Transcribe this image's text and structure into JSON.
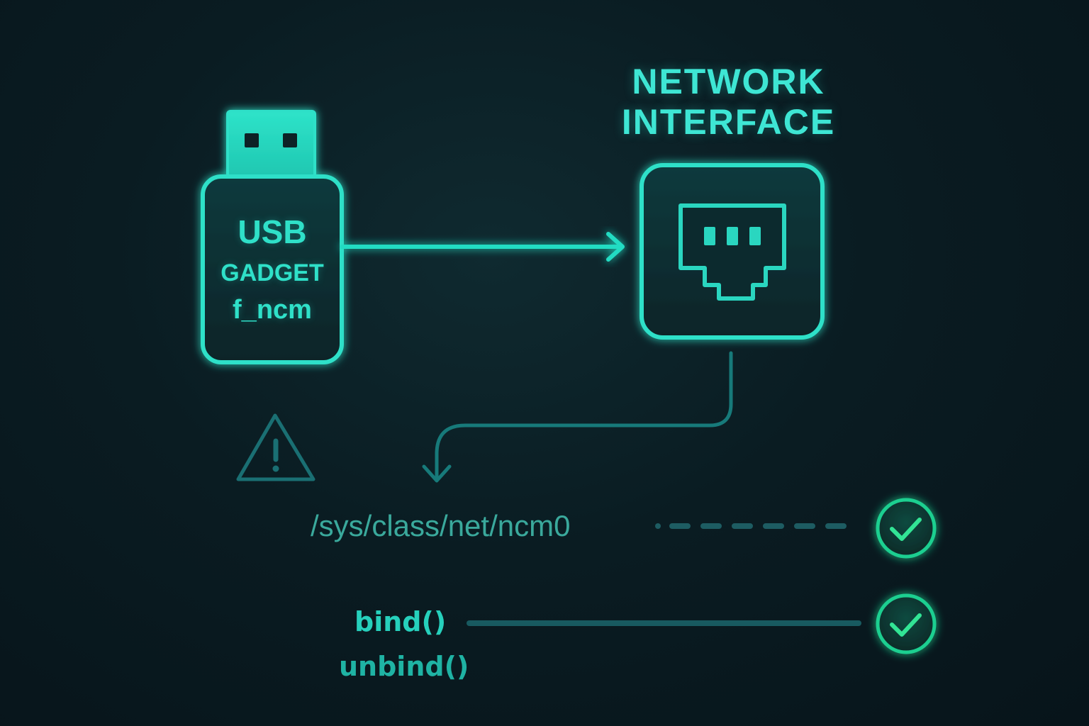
{
  "diagram": {
    "title_network": [
      "NETWORK",
      "INTERFACE"
    ],
    "usb_gadget": {
      "lines": [
        "USB",
        "GADGET",
        "f_ncm"
      ],
      "icon": "usb-stick-icon"
    },
    "network_interface": {
      "icon": "ethernet-port-icon"
    },
    "warning": {
      "icon": "warning-triangle-icon"
    },
    "sysfs_path": {
      "text": "/sys/class/net/ncm0",
      "connector_style": "dashed",
      "status_icon": "check-circle-icon",
      "status": "ok"
    },
    "binding": {
      "bind_label": "bind()",
      "unbind_label": "unbind()",
      "connector_style": "solid",
      "status_icon": "check-circle-icon",
      "status": "ok"
    },
    "edges": [
      {
        "from": "usb-gadget",
        "to": "network-interface",
        "style": "solid-arrow"
      },
      {
        "from": "network-interface",
        "to": "sysfs-path",
        "style": "curved-arrow"
      }
    ],
    "colors": {
      "accent": "#2fe0c8",
      "accent_dim": "#1c7f80",
      "check_green": "#27d98a",
      "background": "#0a1c22"
    }
  }
}
